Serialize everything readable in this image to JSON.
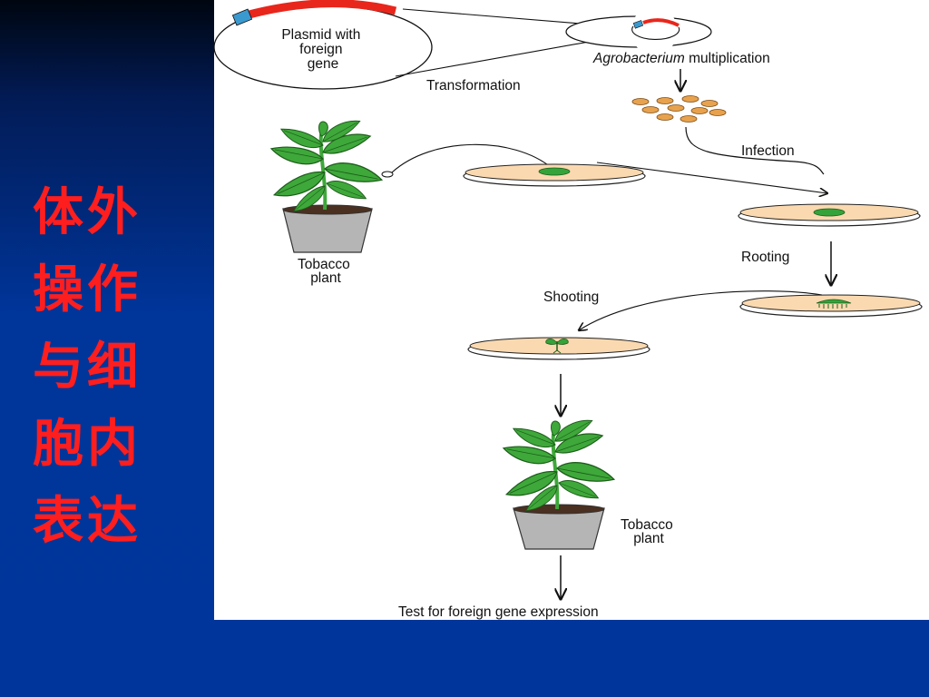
{
  "slide": {
    "title_lines": [
      "体外",
      "操作",
      "与细",
      "胞内",
      "表达"
    ],
    "title_color": "#ff1e1e",
    "background_color": "#00359a"
  },
  "diagram": {
    "plasmid_label": [
      "Plasmid with",
      "foreign",
      "gene"
    ],
    "agrobacterium_word": "Agrobacterium",
    "multiplication_word": " multiplication",
    "transformation": "Transformation",
    "infection": "Infection",
    "tobacco_plant_top": [
      "Tobacco",
      "plant"
    ],
    "rooting": "Rooting",
    "shooting": "Shooting",
    "tobacco_plant_bottom": [
      "Tobacco",
      "plant"
    ],
    "test_label": "Test for foreign gene expression"
  }
}
